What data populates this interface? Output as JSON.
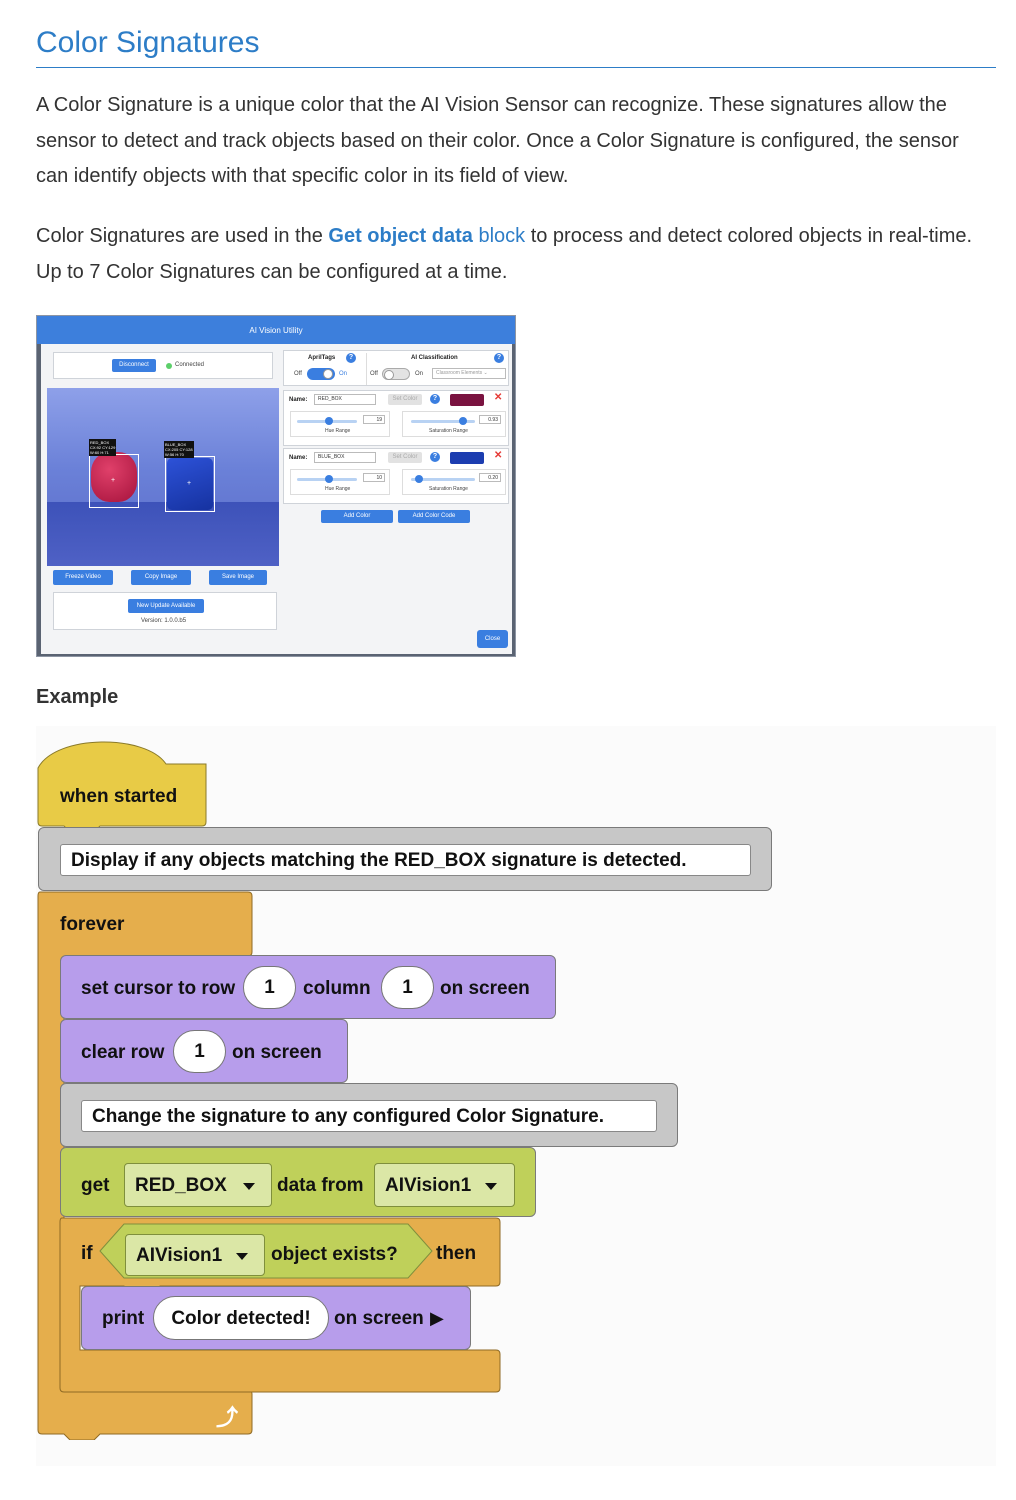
{
  "page": {
    "title": "Color Signatures",
    "para1": "A Color Signature is a unique color that the AI Vision Sensor can recognize. These signatures allow the sensor to detect and track objects based on their color. Once a Color Signature is configured, the sensor can identify objects with that specific color in its field of view.",
    "para2_before": "Color Signatures are used in the ",
    "para2_bold": "Get object data",
    "para2_link": " block",
    "para2_after": " to process and detect colored objects in real-time. Up to 7 Color Signatures can be configured at a time.",
    "example_heading": "Example"
  },
  "utility": {
    "window_title": "AI Vision Utility",
    "disconnect_label": "Disconnect",
    "connected_label": "Connected",
    "apriltags_label": "AprilTags",
    "ai_class_label": "AI Classification",
    "off1": "Off",
    "on1": "On",
    "off2": "Off",
    "on2": "On",
    "ai_class_select": "Classroom Elements",
    "sig1": {
      "name_label": "Name:",
      "name_value": "RED_BOX",
      "set_color": "Set Color",
      "hue_value": "19",
      "sat_value": "0.93",
      "hue_label": "Hue Range",
      "sat_label": "Saturation Range",
      "color": "#7a1340"
    },
    "sig2": {
      "name_label": "Name:",
      "name_value": "BLUE_BOX",
      "set_color": "Set Color",
      "hue_value": "10",
      "sat_value": "0.20",
      "hue_label": "Hue Range",
      "sat_label": "Saturation Range",
      "color": "#1c3db0"
    },
    "add_color": "Add Color",
    "add_color_code": "Add Color Code",
    "freeze_video": "Freeze Video",
    "copy_image": "Copy Image",
    "save_image": "Save Image",
    "update_available": "New Update Available",
    "version": "Version: 1.0.0.b5",
    "close": "Close",
    "red_label_l1": "RED_BOX",
    "red_label_l2": "CX:92 CY:129",
    "red_label_l3": "W:60 H:71",
    "blue_label_l1": "BLUE_BOX",
    "blue_label_l2": "CX:205 CY:128",
    "blue_label_l3": "W:56 H:70"
  },
  "blocks": {
    "when_started": "when started",
    "comment1": "Display if any objects matching the RED_BOX signature is detected.",
    "forever": "forever",
    "set_cursor": "set cursor to row",
    "row_val": "1",
    "column": "column",
    "col_val": "1",
    "on_screen1": "on screen",
    "clear_row": "clear row",
    "clear_val": "1",
    "on_screen2": "on screen",
    "comment2": "Change the signature to any configured Color Signature.",
    "get": "get",
    "red_box": "RED_BOX",
    "data_from": "data from",
    "aivision1": "AIVision1",
    "if": "if",
    "aivision1_b": "AIVision1",
    "object_exists": "object exists?",
    "then": "then",
    "print": "print",
    "print_val": "Color detected!",
    "on_screen3": "on screen"
  },
  "colors": {
    "link": "#2d7dc7",
    "event": "#e8cb46",
    "comment": "#c7c7c7",
    "control": "#e5ae4c",
    "looks": "#b79deb",
    "sensing": "#bfd05a"
  }
}
